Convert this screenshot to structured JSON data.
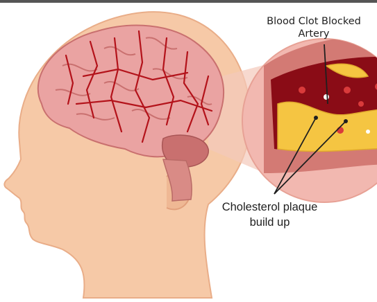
{
  "labels": {
    "blood_clot": [
      "Blood Clot Blocked",
      "Artery"
    ],
    "plaque": [
      "Cholesterol plaque",
      "build up"
    ]
  },
  "colors": {
    "skin": "#f6c9a7",
    "skin_outline": "#e9ad88",
    "brain": "#eaa3a2",
    "vessel": "#b3121a",
    "artery_wall": "#d37a74",
    "plaque": "#f5c542",
    "blood": "#8a0c16"
  }
}
